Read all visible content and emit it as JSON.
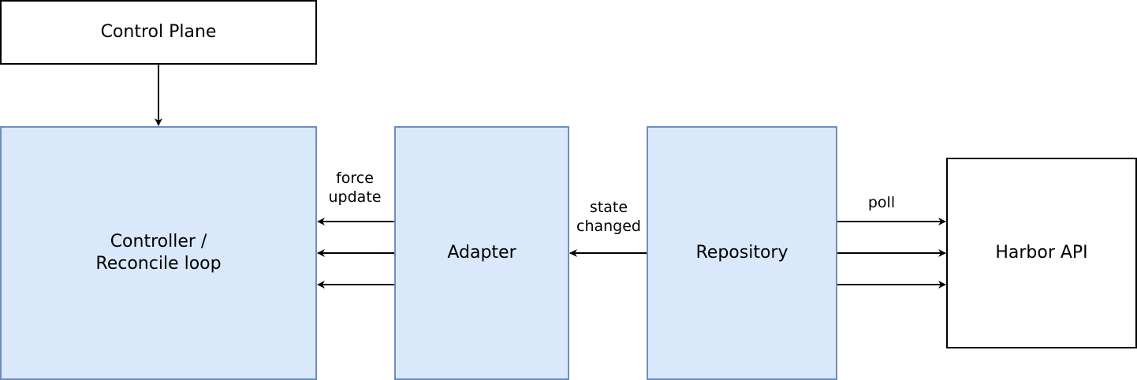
{
  "nodes": {
    "control_plane": {
      "label": "Control Plane"
    },
    "controller": {
      "label": "Controller /\nReconcile loop"
    },
    "adapter": {
      "label": "Adapter"
    },
    "repository": {
      "label": "Repository"
    },
    "harbor_api": {
      "label": "Harbor API"
    }
  },
  "edges": {
    "control_to_controller": {
      "label": ""
    },
    "adapter_to_controller": {
      "label": "force\nupdate"
    },
    "repository_to_adapter": {
      "label": "state\nchanged"
    },
    "repository_to_harbor": {
      "label": "poll"
    }
  },
  "colors": {
    "node_fill_blue": "#dae8fc",
    "node_stroke_blue": "#6c8ebf",
    "node_fill_plain": "#ffffff",
    "node_stroke_plain": "#000000",
    "edge_stroke": "#000000"
  }
}
